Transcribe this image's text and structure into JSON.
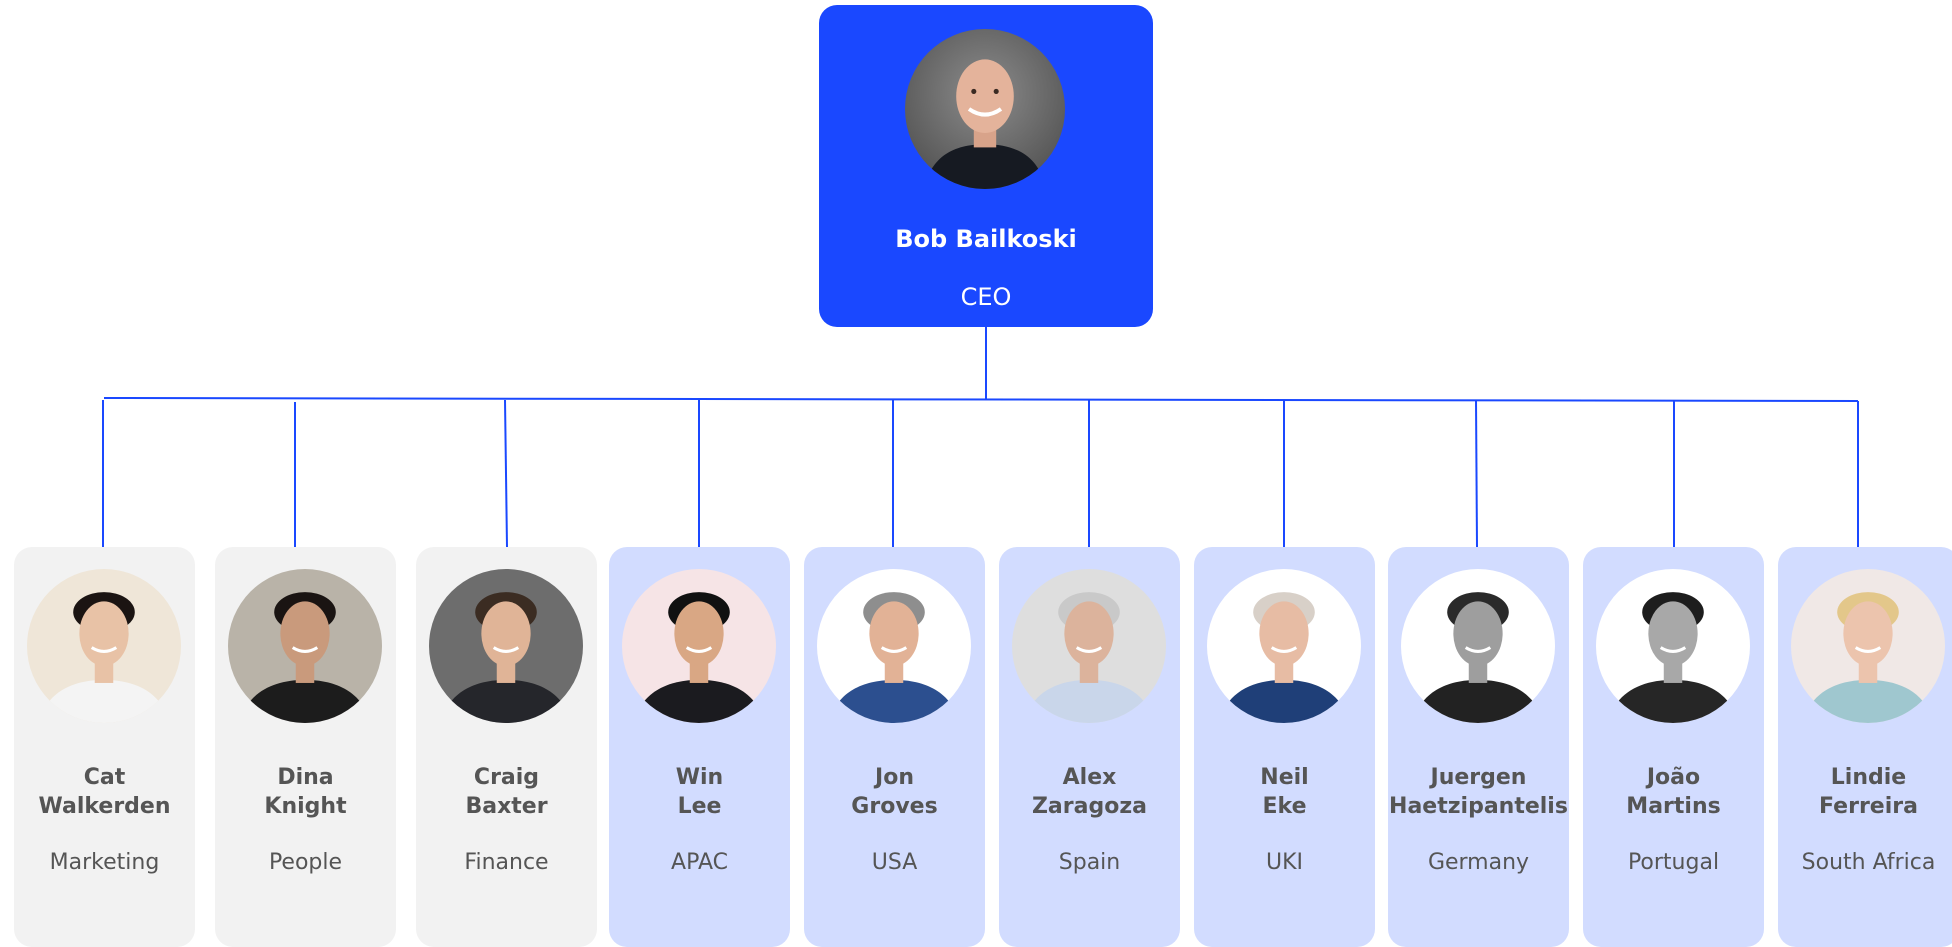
{
  "ceo": {
    "name": "Bob Bailkoski",
    "title": "CEO",
    "photo": "portrait-bald-man-dark-shirt"
  },
  "reports": [
    {
      "first": "Cat",
      "last": "Walkerden",
      "role": "Marketing",
      "group": "gray",
      "bg": "#efe6d8",
      "hair": "#1b1412",
      "suit": "#f4f4f4",
      "skin": "#e8c2a6"
    },
    {
      "first": "Dina",
      "last": "Knight",
      "role": "People",
      "group": "gray",
      "bg": "#b9b3a8",
      "hair": "#1a1412",
      "suit": "#1c1c1c",
      "skin": "#c99a7c"
    },
    {
      "first": "Craig",
      "last": "Baxter",
      "role": "Finance",
      "group": "gray",
      "bg": "#6d6d6d",
      "hair": "#3b2c22",
      "suit": "#25262b",
      "skin": "#e0b497"
    },
    {
      "first": "Win",
      "last": "Lee",
      "role": "APAC",
      "group": "blue",
      "bg": "#f6e4e6",
      "hair": "#111111",
      "suit": "#1b1b1f",
      "skin": "#d9a784"
    },
    {
      "first": "Jon",
      "last": "Groves",
      "role": "USA",
      "group": "blue",
      "bg": "#ffffff",
      "hair": "#8e8e8e",
      "suit": "#2c4f8f",
      "skin": "#e2b296"
    },
    {
      "first": "Alex",
      "last": "Zaragoza",
      "role": "Spain",
      "group": "blue",
      "bg": "#dedede",
      "hair": "#c9c9c9",
      "suit": "#c9d6ea",
      "skin": "#dcb39c"
    },
    {
      "first": "Neil",
      "last": "Eke",
      "role": "UKI",
      "group": "blue",
      "bg": "#ffffff",
      "hair": "#d8d0c8",
      "suit": "#1f3f78",
      "skin": "#e7bca4"
    },
    {
      "first": "Juergen",
      "last": "Haetzipantelis",
      "role": "Germany",
      "group": "blue",
      "bg": "#ffffff",
      "hair": "#2a2a2a",
      "suit": "#222222",
      "skin": "#9e9e9e"
    },
    {
      "first": "João",
      "last": "Martins",
      "role": "Portugal",
      "group": "blue",
      "bg": "#ffffff",
      "hair": "#1d1d1d",
      "suit": "#262626",
      "skin": "#a8a8a8"
    },
    {
      "first": "Lindie",
      "last": "Ferreira",
      "role": "South Africa",
      "group": "blue",
      "bg": "#f0e8e6",
      "hair": "#e3c78a",
      "suit": "#9fc7cf",
      "skin": "#ecc4ad"
    }
  ],
  "colors": {
    "accent": "#1a48ff",
    "connector": "#1a48ff",
    "gray_card": "#f2f2f2",
    "blue_card": "#d2dcff",
    "text": "#555555"
  }
}
